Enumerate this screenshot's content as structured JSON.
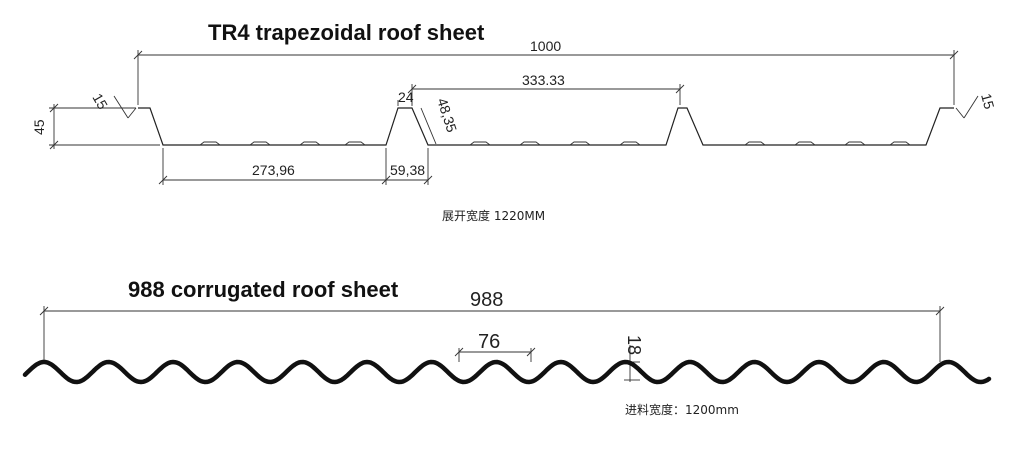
{
  "tr4": {
    "title": "TR4 trapezoidal roof sheet",
    "dims": {
      "overall_width": "1000",
      "pitch": "333.33",
      "flat_bottom": "273,96",
      "rib_base": "59,38",
      "rib_top": "24",
      "rib_side": "48,35",
      "height": "45",
      "edge_left": "15",
      "edge_right": "15"
    },
    "note": "展开宽度 1220MM"
  },
  "corrugated": {
    "title": "988 corrugated roof sheet",
    "dims": {
      "overall_width": "988",
      "pitch": "76",
      "depth": "18"
    },
    "note": "进料宽度：1200mm"
  }
}
